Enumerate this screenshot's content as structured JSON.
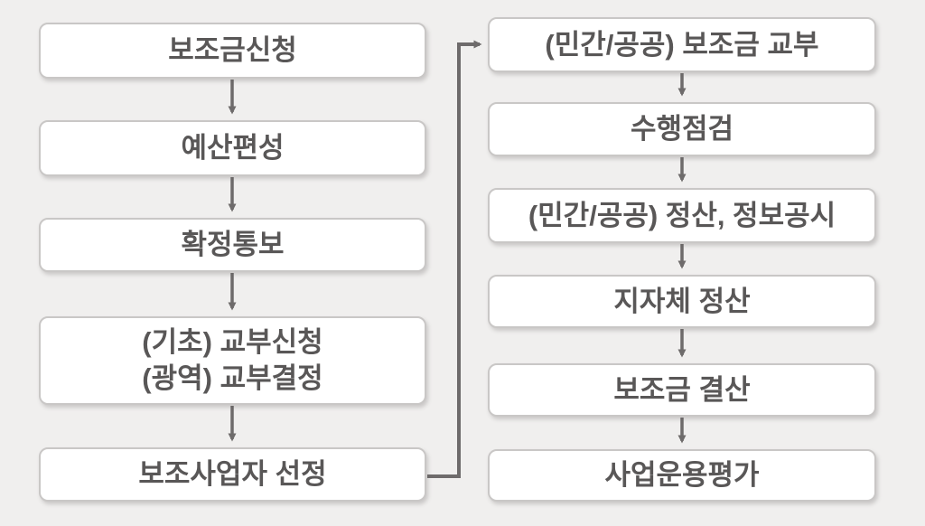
{
  "diagram": {
    "title": "subsidy-process-flowchart",
    "colors": {
      "background": "#f0efee",
      "box_fill": "#ffffff",
      "box_border": "#c9c7c6",
      "arrow": "#6e6b6b",
      "text": "#595757"
    },
    "left_column": {
      "steps": [
        {
          "label": "보조금신청"
        },
        {
          "label": "예산편성"
        },
        {
          "label": "확정통보"
        },
        {
          "label": "(기초) 교부신청\n(광역) 교부결정"
        },
        {
          "label": "보조사업자 선정"
        }
      ]
    },
    "right_column": {
      "steps": [
        {
          "label": "(민간/공공) 보조금 교부"
        },
        {
          "label": "수행점검"
        },
        {
          "label": "(민간/공공) 정산, 정보공시"
        },
        {
          "label": "지자체 정산"
        },
        {
          "label": "보조금 결산"
        },
        {
          "label": "사업운용평가"
        }
      ]
    },
    "connections": {
      "left_column_flow": "top-to-bottom arrows between consecutive boxes",
      "right_column_flow": "top-to-bottom arrows between consecutive boxes",
      "cross_link": "보조사업자 선정 → (민간/공공) 보조금 교부"
    }
  }
}
